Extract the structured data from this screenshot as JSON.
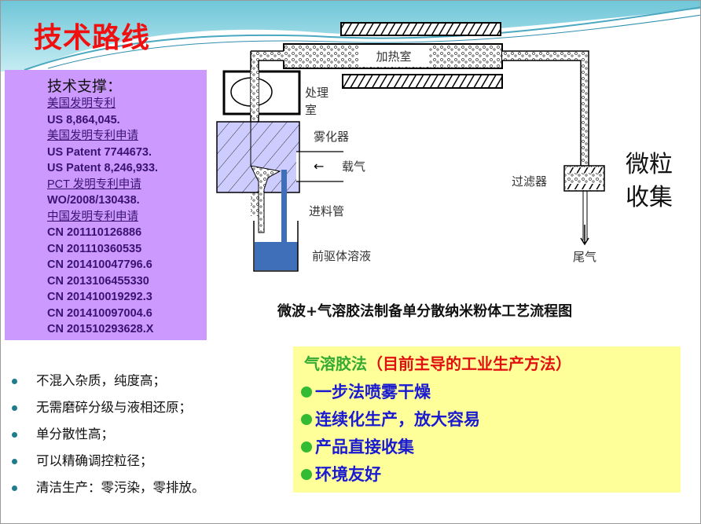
{
  "slide": {
    "title": "技术路线",
    "support": {
      "heading": "技术支撑：",
      "lines": [
        {
          "text": "美国发明专利",
          "underline": true
        },
        {
          "text": "US 8,864,045.",
          "underline": false
        },
        {
          "text": "美国发明专利申请",
          "underline": true
        },
        {
          "text": "US Patent 7744673.",
          "underline": false
        },
        {
          "text": "US Patent 8,246,933.",
          "underline": false
        },
        {
          "text": "PCT 发明专利申请",
          "underline": true
        },
        {
          "text": "WO/2008/130438.",
          "underline": false
        },
        {
          "text": " 中国发明专利申请",
          "underline": true
        },
        {
          "text": "CN 201110126886",
          "underline": false
        },
        {
          "text": "CN 201110360535",
          "underline": false
        },
        {
          "text": "CN 201410047796.6",
          "underline": false
        },
        {
          "text": "CN 2013106455330",
          "underline": false
        },
        {
          "text": "CN 201410019292.3",
          "underline": false
        },
        {
          "text": "CN 201410097004.6",
          "underline": false
        },
        {
          "text": "CN 201510293628.X",
          "underline": false
        }
      ]
    },
    "diagram": {
      "heating_chamber": "加热室",
      "treatment_chamber_1": "处理",
      "treatment_chamber_2": "室",
      "atomizer": "雾化器",
      "carrier_gas": "载气",
      "feed_tube": "进料管",
      "precursor_solution": "前驱体溶液",
      "filter": "过滤器",
      "exhaust": "尾气",
      "collection_1": "微粒",
      "collection_2": "收集"
    },
    "caption": "微波+气溶胶法制备单分散纳米粉体工艺流程图",
    "advantages": [
      "不混入杂质，纯度高；",
      "无需磨碎分级与液相还原；",
      "单分散性高；",
      "可以精确调控粒径；",
      "清洁生产：零污染，零排放。"
    ],
    "method": {
      "heading_main": "气溶胶法",
      "heading_note": "（目前主导的工业生产方法）",
      "items": [
        "一步法喷雾干燥",
        "连续化生产，放大容易",
        "产品直接收集",
        "环境友好"
      ]
    }
  },
  "colors": {
    "title": "#f01010",
    "support_bg": "#cc99ff",
    "method_bg": "#ffff99",
    "method_text": "#1a1ad0",
    "bullet": "#1f7c8c"
  }
}
